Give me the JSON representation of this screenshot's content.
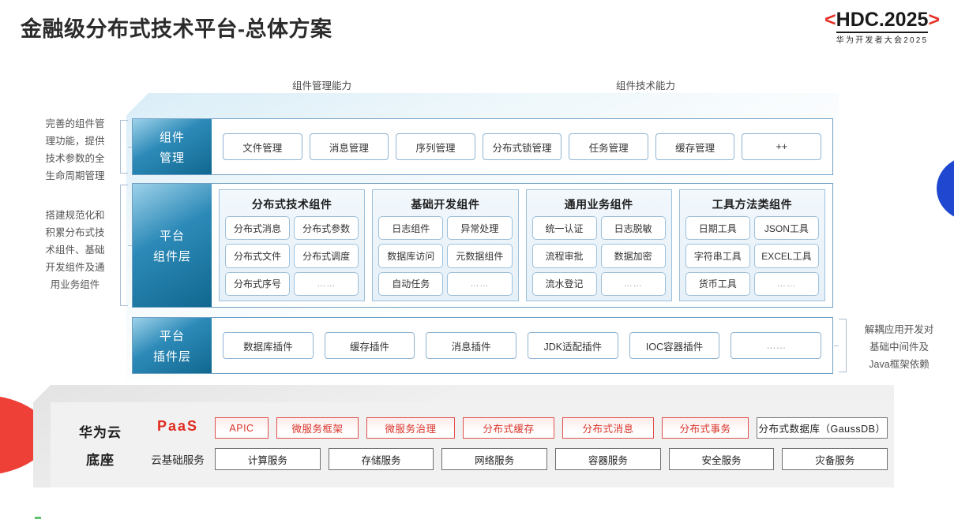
{
  "header": {
    "title": "金融级分布式技术平台-总体方案",
    "logo_left_bracket": "<",
    "logo_text": "HDC.2025",
    "logo_right_bracket": ">",
    "logo_subtitle": "华为开发者大会2025"
  },
  "arrows": [
    {
      "label": "组件管理能力"
    },
    {
      "label": "组件技术能力"
    }
  ],
  "notes": {
    "left_top": "完善的组件管\n理功能，提供\n技术参数的全\n生命周期管理",
    "left_top_lines": [
      "完善的组件管",
      "理功能，提供",
      "技术参数的全",
      "生命周期管理"
    ],
    "left_bottom_lines": [
      "搭建规范化和",
      "积累分布式技",
      "术组件、基础",
      "开发组件及通",
      "用业务组件"
    ],
    "right_lines": [
      "解耦应用开发对",
      "基础中间件及",
      "Java框架依赖"
    ]
  },
  "layers": {
    "component_management": {
      "label_lines": [
        "组件",
        "管理"
      ],
      "items": [
        "文件管理",
        "消息管理",
        "序列管理",
        "分布式锁管理",
        "任务管理",
        "缓存管理",
        "++"
      ]
    },
    "platform_component": {
      "label_lines": [
        "平台",
        "组件层"
      ],
      "groups": [
        {
          "title": "分布式技术组件",
          "cells": [
            "分布式消息",
            "分布式参数",
            "分布式文件",
            "分布式调度",
            "分布式序号",
            "……"
          ]
        },
        {
          "title": "基础开发组件",
          "cells": [
            "日志组件",
            "异常处理",
            "数据库访问",
            "元数据组件",
            "自动任务",
            "……"
          ]
        },
        {
          "title": "通用业务组件",
          "cells": [
            "统一认证",
            "日志脱敏",
            "流程审批",
            "数据加密",
            "流水登记",
            "……"
          ]
        },
        {
          "title": "工具方法类组件",
          "cells": [
            "日期工具",
            "JSON工具",
            "字符串工具",
            "EXCEL工具",
            "货币工具",
            "……"
          ]
        }
      ]
    },
    "platform_plugin": {
      "label_lines": [
        "平台",
        "插件层"
      ],
      "items": [
        "数据库插件",
        "缓存插件",
        "消息插件",
        "JDK适配插件",
        "IOC容器插件",
        "……"
      ]
    }
  },
  "base": {
    "title_lines": [
      "华为云",
      "底座"
    ],
    "paas_label": "PaaS",
    "cloud_label": "云基础服务",
    "paas_items": [
      {
        "text": "APIC",
        "style": "red"
      },
      {
        "text": "微服务框架",
        "style": "red"
      },
      {
        "text": "微服务治理",
        "style": "red"
      },
      {
        "text": "分布式缓存",
        "style": "red"
      },
      {
        "text": "分布式消息",
        "style": "red"
      },
      {
        "text": "分布式事务",
        "style": "red"
      },
      {
        "text": "分布式数据库（GaussDB）",
        "style": "neutral"
      }
    ],
    "cloud_items": [
      "计算服务",
      "存储服务",
      "网络服务",
      "容器服务",
      "安全服务",
      "灾备服务"
    ]
  },
  "colors": {
    "brand_red": "#e02b20",
    "accent_blue": "#10688f",
    "decor_blue": "#1f47cf",
    "panel_border": "#6f9fc4"
  }
}
